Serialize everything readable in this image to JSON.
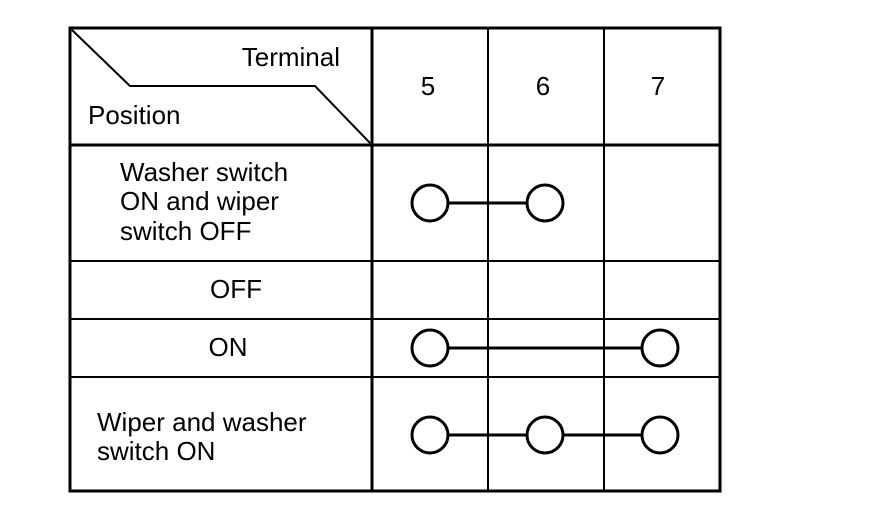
{
  "header": {
    "terminal_label": "Terminal",
    "position_label": "Position"
  },
  "terminals": [
    "5",
    "6",
    "7"
  ],
  "rows": [
    {
      "label_lines": [
        "Washer switch",
        "ON and wiper",
        "switch OFF"
      ],
      "connected": [
        "5",
        "6"
      ]
    },
    {
      "label_lines": [
        "OFF"
      ],
      "connected": []
    },
    {
      "label_lines": [
        "ON"
      ],
      "connected": [
        "5",
        "7"
      ]
    },
    {
      "label_lines": [
        "Wiper and washer",
        "switch ON"
      ],
      "connected": [
        "5",
        "6",
        "7"
      ]
    }
  ]
}
